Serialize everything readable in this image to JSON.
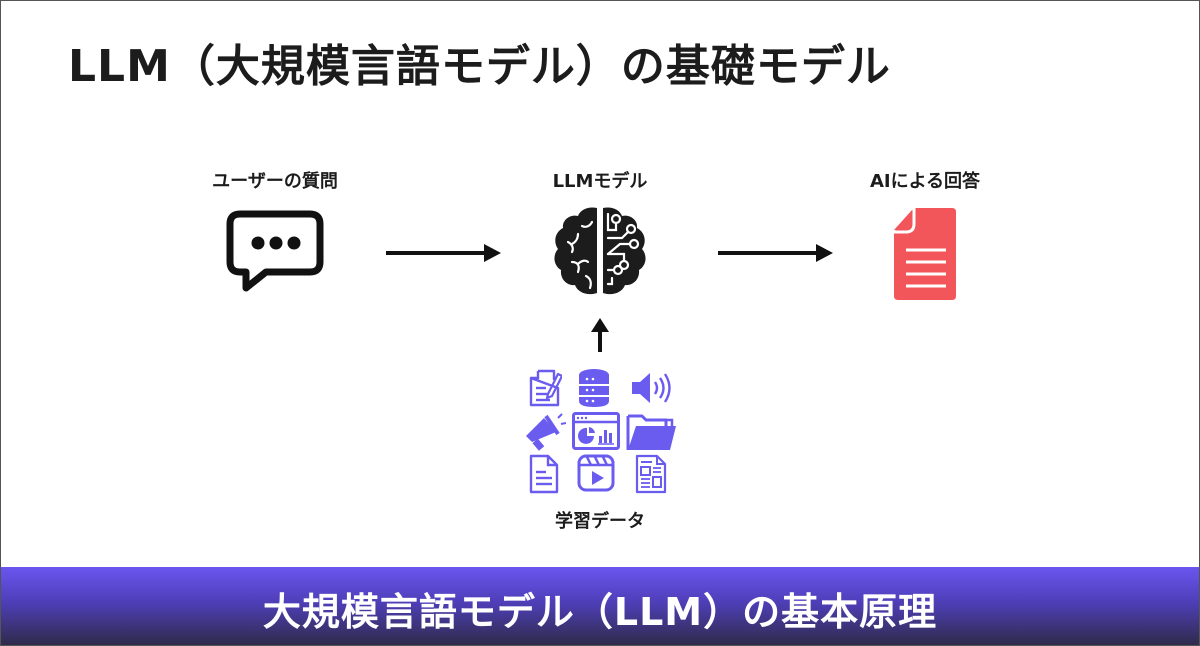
{
  "slide": {
    "title": "LLM（大規模言語モデル）の基礎モデル",
    "footer": "大規模言語モデル（LLM）の基本原理"
  },
  "diagram": {
    "nodes": [
      {
        "id": "user-question",
        "label": "ユーザーの質問",
        "icon": "chat-bubble-icon"
      },
      {
        "id": "llm-model",
        "label": "LLMモデル",
        "icon": "brain-circuit-icon"
      },
      {
        "id": "ai-answer",
        "label": "AIによる回答",
        "icon": "document-icon"
      },
      {
        "id": "training-data",
        "label": "学習データ",
        "icon": "data-sources-grid"
      }
    ],
    "edges": [
      {
        "from": "user-question",
        "to": "llm-model"
      },
      {
        "from": "llm-model",
        "to": "ai-answer"
      },
      {
        "from": "training-data",
        "to": "llm-model"
      }
    ],
    "training_data_icons": [
      "document-edit-icon",
      "database-icon",
      "speaker-icon",
      "megaphone-icon",
      "dashboard-chart-icon",
      "folder-icon",
      "text-file-icon",
      "video-play-icon",
      "newspaper-icon"
    ]
  },
  "colors": {
    "accent_purple": "#6b5cf0",
    "answer_red": "#f2555a",
    "text_dark": "#1c1c1c",
    "footer_top": "#6a56f0",
    "footer_bottom": "#2f2b4a"
  }
}
